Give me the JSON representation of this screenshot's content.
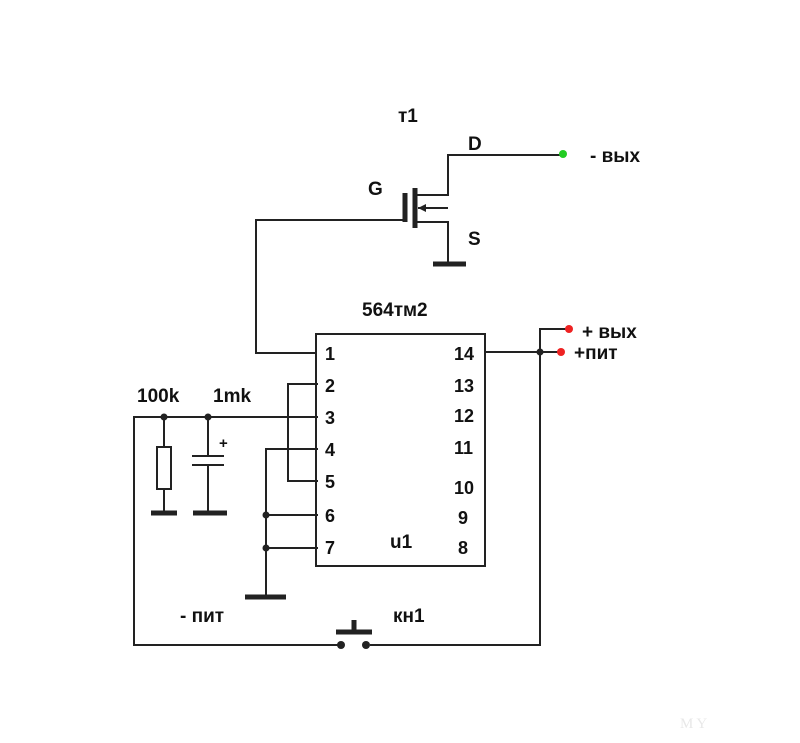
{
  "labels": {
    "transistor": "т1",
    "drain": "D",
    "gate": "G",
    "source": "S",
    "out_minus": "- вых",
    "chip": "564тм2",
    "out_plus": "+ вых",
    "supply_plus": "+пит",
    "resistor": "100k",
    "capacitor": "1mk",
    "cap_polarity": "+",
    "supply_minus": "- пит",
    "button": "кн1",
    "chip_ref": "u1"
  },
  "pins_left": [
    "1",
    "2",
    "3",
    "4",
    "5",
    "6",
    "7"
  ],
  "pins_right": [
    "14",
    "13",
    "12",
    "11",
    "10",
    "9",
    "8"
  ],
  "colors": {
    "terminal_out_minus": "#22cc22",
    "terminal_out_plus": "#ee2222",
    "terminal_supply_plus": "#ee2222",
    "wire": "#222222"
  },
  "watermark": "MY"
}
